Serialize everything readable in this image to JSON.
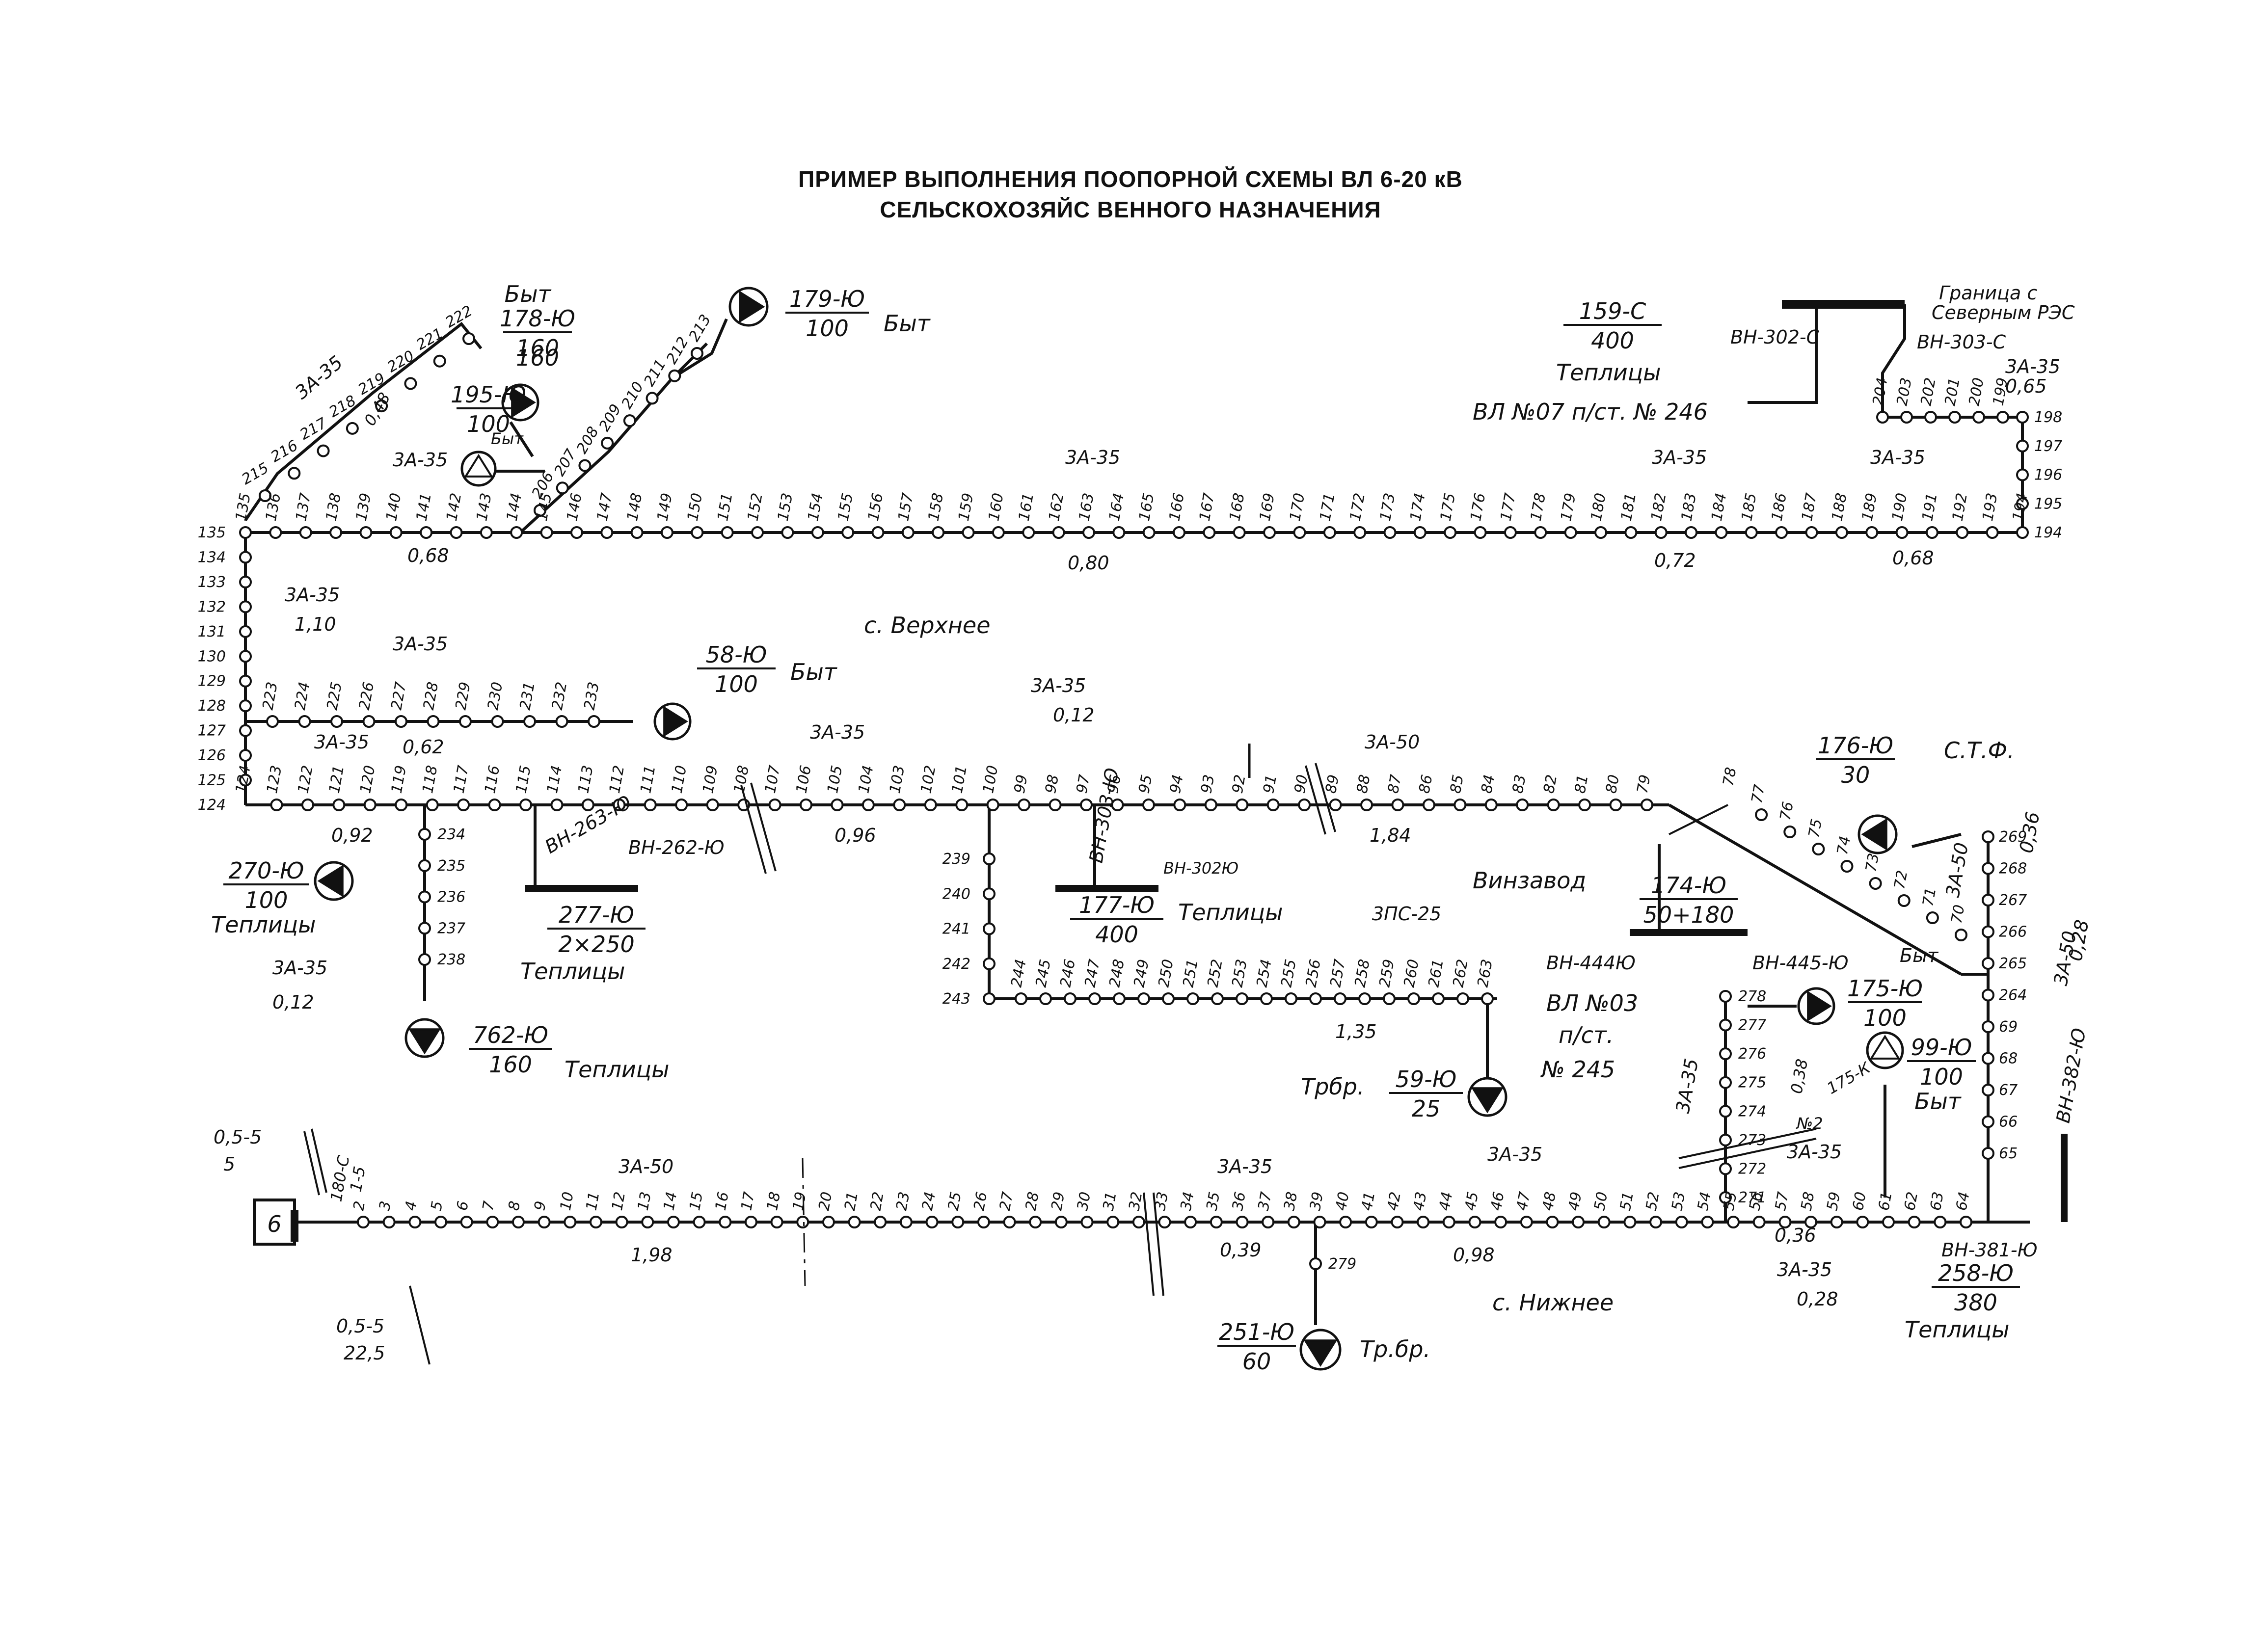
{
  "title": {
    "line1": "ПРИМЕР ВЫПОЛНЕНИЯ ПООПОРНОЙ СХЕМЫ ВЛ 6-20 кВ",
    "line2": "СЕЛЬСКОХОЗЯЙС ВЕННОГО НАЗНАЧЕНИЯ"
  },
  "settlements": {
    "upper": "с. Верхнее",
    "lower": "с. Нижнее"
  },
  "colors": {
    "ink": "#111111",
    "paper": "#ffffff"
  },
  "lines": {
    "main_lower": {
      "poles": [
        "2",
        "3",
        "4",
        "5",
        "6",
        "7",
        "8",
        "9",
        "10",
        "11",
        "12",
        "13",
        "14",
        "15",
        "16",
        "17",
        "18",
        "19",
        "20",
        "21",
        "22",
        "23",
        "24",
        "25",
        "26",
        "27",
        "28",
        "29",
        "30",
        "31",
        "32",
        "33",
        "34",
        "35",
        "36",
        "37",
        "38",
        "39",
        "40",
        "41",
        "42",
        "43",
        "44",
        "45",
        "46",
        "47",
        "48",
        "49",
        "50",
        "51",
        "52",
        "53",
        "54",
        "55",
        "56",
        "57",
        "58",
        "59",
        "60",
        "61",
        "62",
        "63",
        "64"
      ]
    },
    "right_vertical": {
      "poles": [
        "65",
        "66",
        "67",
        "68",
        "69",
        "264",
        "265",
        "266",
        "267",
        "268",
        "269"
      ]
    },
    "diagonal_vinzavod": {
      "poles": [
        "70",
        "71",
        "72",
        "73",
        "74",
        "75",
        "76",
        "77",
        "78"
      ]
    },
    "middle_row": {
      "poles": [
        "79",
        "80",
        "81",
        "82",
        "83",
        "84",
        "85",
        "86",
        "87",
        "88",
        "89",
        "90",
        "91",
        "92",
        "93",
        "94",
        "95",
        "96",
        "97",
        "98",
        "99",
        "100",
        "101",
        "102",
        "103",
        "104",
        "105",
        "106",
        "107",
        "108",
        "109",
        "110",
        "111",
        "112",
        "113",
        "114",
        "115",
        "116",
        "117",
        "118",
        "119",
        "120",
        "121",
        "122",
        "123",
        "124"
      ]
    },
    "left_vertical": {
      "poles": [
        "124",
        "125",
        "126",
        "127",
        "128",
        "129",
        "130",
        "131",
        "132",
        "133",
        "134",
        "135"
      ]
    },
    "upper_row": {
      "poles": [
        "135",
        "136",
        "137",
        "138",
        "139",
        "140",
        "141",
        "142",
        "143",
        "144",
        "145",
        "146",
        "147",
        "148",
        "149",
        "150",
        "151",
        "152",
        "153",
        "154",
        "155",
        "156",
        "157",
        "158",
        "159",
        "160",
        "161",
        "162",
        "163",
        "164",
        "165",
        "166",
        "167",
        "168",
        "169",
        "170",
        "171",
        "172",
        "173",
        "174",
        "175",
        "176",
        "177",
        "178",
        "179",
        "180",
        "181",
        "182",
        "183",
        "184",
        "185",
        "186",
        "187",
        "188",
        "189",
        "190",
        "191",
        "192",
        "193",
        "194"
      ]
    },
    "upper_right_vertical": {
      "poles": [
        "194",
        "195",
        "196",
        "197",
        "198"
      ]
    },
    "upper_right_branch": {
      "poles": [
        "199",
        "200",
        "201",
        "202",
        "203",
        "204"
      ]
    },
    "upper_left_branch": {
      "poles": [
        "206",
        "207",
        "208",
        "209",
        "210",
        "211",
        "212",
        "213"
      ]
    },
    "upper_left_diag": {
      "poles": [
        "215",
        "216",
        "217",
        "218",
        "219",
        "220",
        "221",
        "222"
      ]
    },
    "branch_127": {
      "poles": [
        "223",
        "224",
        "225",
        "226",
        "227",
        "228",
        "229",
        "230",
        "231",
        "232",
        "233"
      ]
    },
    "branch_117": {
      "poles": [
        "234",
        "235",
        "236",
        "237",
        "238"
      ]
    },
    "branch_100": {
      "poles": [
        "239",
        "240",
        "241",
        "242",
        "243"
      ]
    },
    "row_244": {
      "poles": [
        "244",
        "245",
        "246",
        "247",
        "248",
        "249",
        "250",
        "251",
        "252",
        "253",
        "254",
        "255",
        "256",
        "257",
        "258",
        "259",
        "260",
        "261",
        "262",
        "263"
      ]
    },
    "branch_54": {
      "poles": [
        "271",
        "272",
        "273",
        "274",
        "275",
        "276",
        "277",
        "278"
      ]
    },
    "branch_37": {
      "poles": [
        "279"
      ]
    }
  },
  "wire_labels": {
    "a_upper_1": "3А-35",
    "a_upper_2": "3А-35",
    "a_upper_3": "3А-35",
    "a_upper_4": "3А-35",
    "a_upper_5": "3А-35",
    "a_left_vert": "3А-35",
    "a_left_vert_len": "1,10",
    "a_127": "3А-35",
    "a_127_b": "3А-35",
    "len_127": "0,62",
    "a_mid_1": "3А-35",
    "a_mid_2": "3А-35",
    "a_mid_2_len": "0,12",
    "a_mid_3": "3А-50",
    "len_068a": "0,68",
    "len_080": "0,80",
    "len_072": "0,72",
    "len_068b": "0,68",
    "len_048": "0,48",
    "len_092": "0,92",
    "len_096": "0,96",
    "len_184": "1,84",
    "len_135": "1,35",
    "a_low_1": "3А-50",
    "a_low_2": "3А-35",
    "a_low_3": "3А-35",
    "len_198": "1,98",
    "len_039": "0,39",
    "len_098": "0,98",
    "a_right_1": "3А-35",
    "len_065": "0,65",
    "a_right_2": "3А-50",
    "len_036": "0,36",
    "a_right_3": "3А-50",
    "len_028": "0,28",
    "a_54": "3А-35",
    "len_038": "0,38",
    "a_271": "3А-35",
    "len_036b": "0,36",
    "a_271b": "3А-35",
    "len_028b": "0,28",
    "a_236": "3А-35",
    "len_012": "0,12",
    "zps": "3ПС-25"
  },
  "substations": {
    "s_178": {
      "use": "Быт",
      "id": "178-Ю",
      "kva": "160"
    },
    "s_179": {
      "id": "179-Ю",
      "kva": "100",
      "use": "Быт"
    },
    "s_195": {
      "id": "195-Ю",
      "kva": "100",
      "use": "Быт"
    },
    "s_159": {
      "id": "159-С",
      "kva": "400",
      "use": "Теплицы"
    },
    "s_58": {
      "id": "58-Ю",
      "kva": "100",
      "use": "Быт"
    },
    "s_176": {
      "id": "176-Ю",
      "kva": "30",
      "use": "С.Т.Ф."
    },
    "s_270": {
      "id": "270-Ю",
      "kva": "100",
      "use": "Теплицы"
    },
    "s_277": {
      "id": "277-Ю",
      "kva": "2×250",
      "use": "Теплицы"
    },
    "s_177": {
      "id": "177-Ю",
      "kva": "400",
      "use": "Теплицы"
    },
    "s_174": {
      "id": "174-Ю",
      "kva": "50+180",
      "use": "Винзавод"
    },
    "s_175": {
      "id": "175-Ю",
      "kva": "100",
      "use": "Быт"
    },
    "s_99": {
      "id": "99-Ю",
      "kva": "100",
      "use": "Быт"
    },
    "s_762": {
      "id": "762-Ю",
      "kva": "160",
      "use": "Теплицы"
    },
    "s_59": {
      "id": "59-Ю",
      "kva": "25",
      "use": "Трбр."
    },
    "s_258": {
      "id": "258-Ю",
      "kva": "380",
      "use": "Теплицы"
    },
    "s_251": {
      "id": "251-Ю",
      "kva": "60",
      "use": "Тр.бр."
    }
  },
  "switches": {
    "vn_302": "ВН-302-С",
    "vn_303": "ВН-303-С",
    "vn_263": "ВН-263-Ю",
    "vn_262": "ВН-262-Ю",
    "vn_303u": "ВН-303-Ю",
    "vn_302u": "ВН-302Ю",
    "vn_444": "ВН-444Ю",
    "vn_445": "ВН-445-Ю",
    "vn_382": "ВН-382-Ю",
    "vn_381": "ВН-381-Ю"
  },
  "annotations": {
    "border_1": "Граница с",
    "border_2": "Северным РЭС",
    "vl07": "ВЛ №07 п/ст. № 246",
    "vl03_1": "ВЛ №03",
    "vl03_2": "п/ст.",
    "vl03_3": "№ 245",
    "source_box": "6",
    "fuse_top_1": "0,5-5",
    "fuse_top_2": "5",
    "fuse_bot_1": "0,5-5",
    "fuse_bot_2": "22,5",
    "n175k": "175-К",
    "n2": "№2",
    "n180c": "180-С",
    "n15": "1-5"
  }
}
